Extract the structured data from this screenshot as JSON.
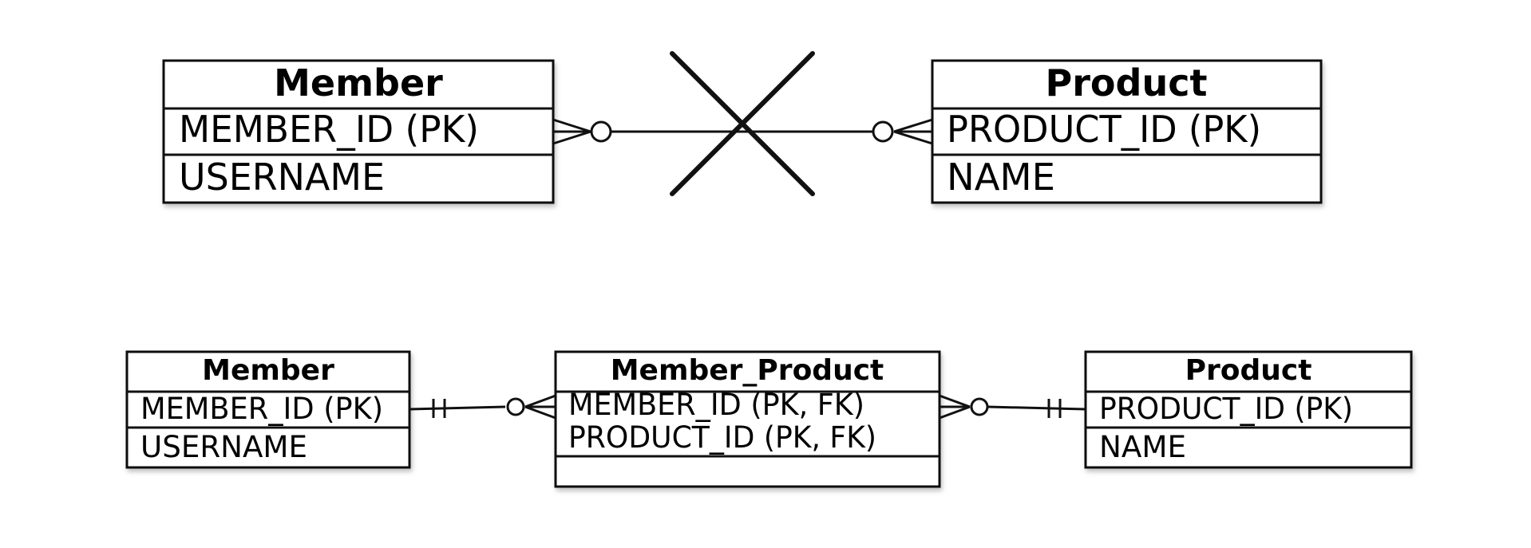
{
  "top": {
    "member": {
      "title": "Member",
      "fields": [
        "MEMBER_ID (PK)",
        "USERNAME"
      ]
    },
    "product": {
      "title": "Product",
      "fields": [
        "PRODUCT_ID (PK)",
        "NAME"
      ]
    }
  },
  "bottom": {
    "member": {
      "title": "Member",
      "fields": [
        "MEMBER_ID (PK)",
        "USERNAME"
      ]
    },
    "member_product": {
      "title": "Member_Product",
      "fields": [
        "MEMBER_ID (PK, FK)",
        "PRODUCT_ID (PK, FK)"
      ]
    },
    "product": {
      "title": "Product",
      "fields": [
        "PRODUCT_ID (PK)",
        "NAME"
      ]
    }
  },
  "colors": {
    "stroke": "#111111",
    "fill": "#ffffff",
    "shadow": "#bbbbbb"
  }
}
